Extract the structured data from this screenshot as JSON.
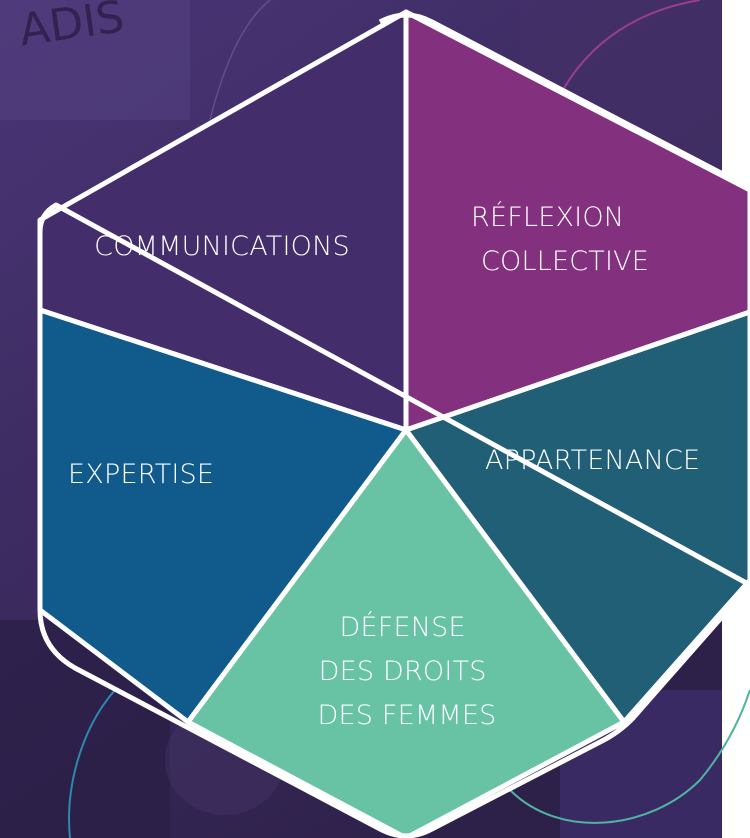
{
  "colors": {
    "photo_bg": "#3a2a5e",
    "photo_bg_dark": "#2b1f47",
    "outline": "#ffffff",
    "communications": "#432d6b",
    "reflexion": "#83307e",
    "appartenance": "#215f76",
    "expertise": "#115a8c",
    "defense": "#68c3a5",
    "thread_purple": "#9a3d8f",
    "thread_teal": "#4fb3a0",
    "thread_blue": "#2a8ab0"
  },
  "segments": {
    "communications": {
      "lines": [
        "COMMUNICATIONS"
      ]
    },
    "reflexion": {
      "lines": [
        "RÉFLEXION",
        "COLLECTIVE"
      ]
    },
    "expertise": {
      "lines": [
        "EXPERTISE"
      ]
    },
    "appartenance": {
      "lines": [
        "APPARTENANCE"
      ]
    },
    "defense": {
      "lines": [
        "DÉFENSE",
        "DES DROITS",
        "DES FEMMES"
      ]
    }
  },
  "background_text": {
    "top_left": "ADIS"
  }
}
